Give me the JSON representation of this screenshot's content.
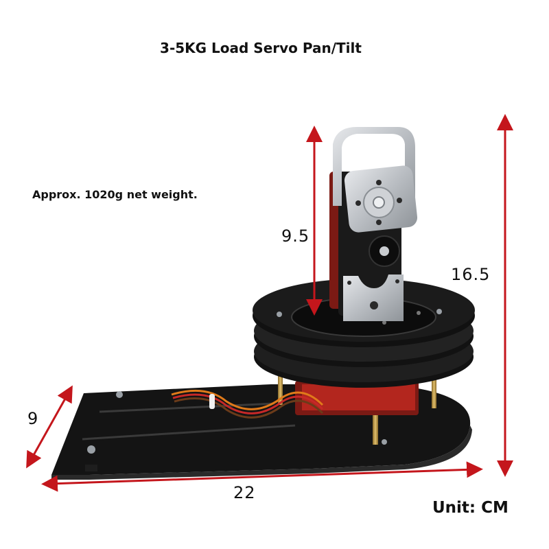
{
  "title": "3-5KG Load Servo Pan/Tilt",
  "weight_note": "Approx. 1020g net weight.",
  "unit_label": "Unit: CM",
  "dimensions": {
    "servo_height": "9.5",
    "total_height": "16.5",
    "base_width": "9",
    "base_length": "22"
  },
  "colors": {
    "arrow": "#c4161c",
    "plate": "#151515",
    "bracket": "#c9ccd0",
    "servo_case": "#b3261e",
    "standoff": "#c9a24a"
  }
}
